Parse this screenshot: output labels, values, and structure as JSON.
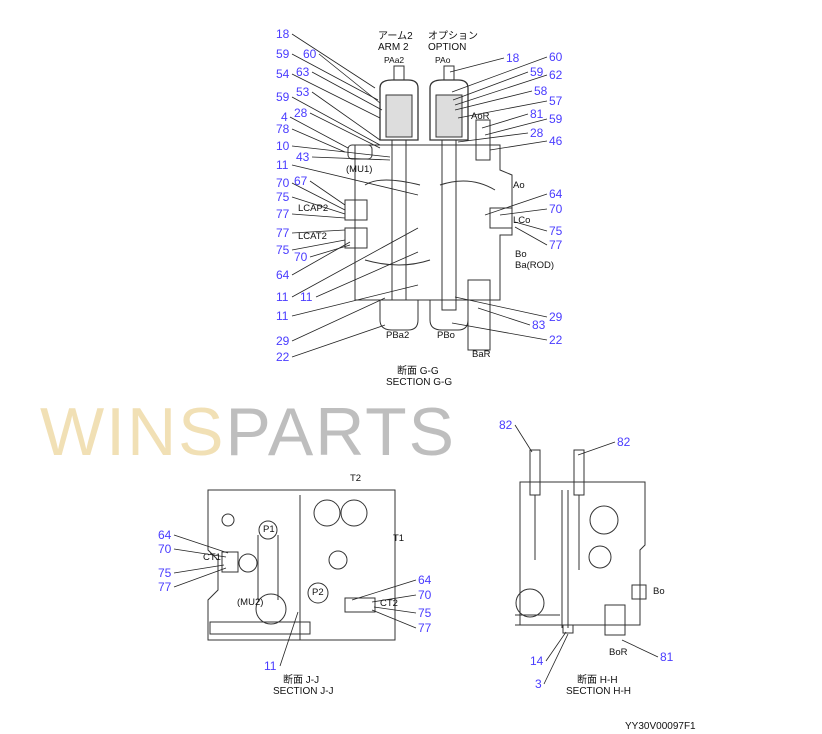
{
  "section_gg": {
    "callouts": [
      "18",
      "59",
      "60",
      "54",
      "63",
      "53",
      "59",
      "28",
      "4",
      "78",
      "10",
      "43",
      "11",
      "70",
      "67",
      "75",
      "77",
      "77",
      "75",
      "70",
      "64",
      "11",
      "11",
      "11",
      "29",
      "22",
      "18",
      "60",
      "59",
      "62",
      "58",
      "57",
      "81",
      "59",
      "28",
      "46",
      "64",
      "70",
      "75",
      "77",
      "29",
      "83",
      "22"
    ],
    "labels": {
      "arm2_jp": "アーム2",
      "arm2_en": "ARM 2",
      "option_jp": "オプション",
      "option_en": "OPTION",
      "paa2": "PAa2",
      "pao": "PAo",
      "aor": "AoR",
      "mu1": "(MU1)",
      "ao": "Ao",
      "lcap2": "LCAP2",
      "lcat2": "LCAT2",
      "lco": "LCo",
      "bo": "Bo",
      "ba_rod": "Ba(ROD)",
      "pba2": "PBa2",
      "pbo": "PBo",
      "bar": "BaR"
    },
    "caption_jp": "断面  G-G",
    "caption_en": "SECTION G-G"
  },
  "section_jj": {
    "callouts": [
      "64",
      "70",
      "75",
      "77",
      "64",
      "70",
      "75",
      "77",
      "11"
    ],
    "labels": {
      "t2": "T2",
      "t1": "T1",
      "p1": "P1",
      "ct1": "CT1",
      "p2": "P2",
      "mu2": "(MU2)",
      "ct2": "CT2"
    },
    "caption_jp": "断面  J-J",
    "caption_en": "SECTION J-J"
  },
  "section_hh": {
    "callouts": [
      "82",
      "82",
      "81",
      "14",
      "3"
    ],
    "labels": {
      "bo": "Bo",
      "bor": "BoR"
    },
    "caption_jp": "断面  H-H",
    "caption_en": "SECTION H-H"
  },
  "figure_id": "YY30V00097F1",
  "watermark": {
    "part1": "WINS",
    "part2": "PARTS"
  },
  "colors": {
    "callout": "#4a3cff",
    "line": "#222222"
  }
}
